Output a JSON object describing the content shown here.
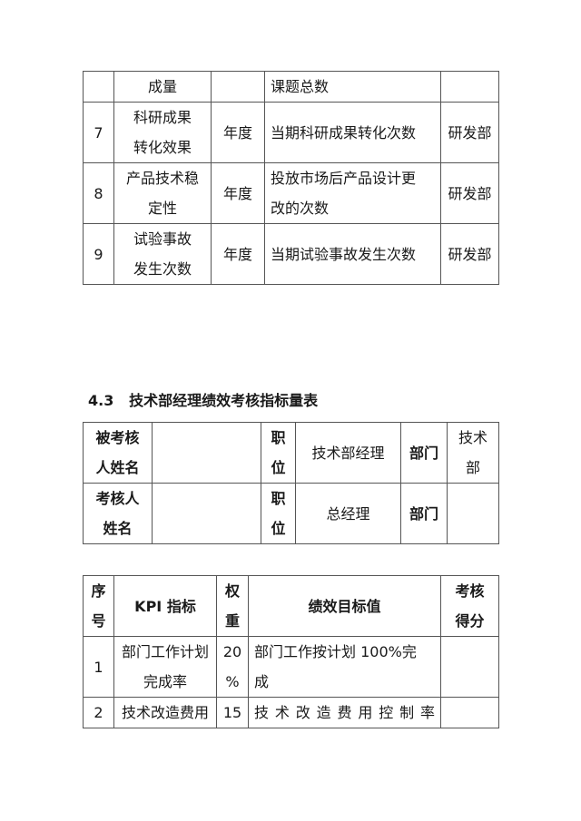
{
  "kpi_table_top": {
    "rows": [
      {
        "no": "",
        "name_lines": [
          "成量"
        ],
        "period": "",
        "formula_lines": [
          "课题总数"
        ],
        "dept": ""
      },
      {
        "no": "7",
        "name_lines": [
          "科研成果",
          "转化效果"
        ],
        "period": "年度",
        "formula_lines": [
          "当期科研成果转化次数"
        ],
        "dept": "研发部"
      },
      {
        "no": "8",
        "name_lines": [
          "产品技术稳",
          "定性"
        ],
        "period": "年度",
        "formula_lines": [
          "投放市场后产品设计更",
          "改的次数"
        ],
        "dept": "研发部"
      },
      {
        "no": "9",
        "name_lines": [
          "试验事故",
          "发生次数"
        ],
        "period": "年度",
        "formula_lines": [
          "当期试验事故发生次数"
        ],
        "dept": "研发部"
      }
    ]
  },
  "section": {
    "number": "4.3",
    "title": "技术部经理绩效考核指标量表"
  },
  "info_table": {
    "row1": {
      "label_lines": [
        "被考核",
        "人姓名"
      ],
      "value": "",
      "pos_label_lines": [
        "职",
        "位"
      ],
      "pos_value": "技术部经理",
      "dept_label": "部门",
      "dept_value_lines": [
        "技术",
        "部"
      ]
    },
    "row2": {
      "label_lines": [
        "考核人",
        "姓名"
      ],
      "value": "",
      "pos_label_lines": [
        "职",
        "位"
      ],
      "pos_value": "总经理",
      "dept_label": "部门",
      "dept_value_lines": [
        ""
      ]
    }
  },
  "score_table": {
    "headers": {
      "no_lines": [
        "序",
        "号"
      ],
      "kpi": "KPI 指标",
      "weight_lines": [
        "权",
        "重"
      ],
      "target": "绩效目标值",
      "score_lines": [
        "考核",
        "得分"
      ]
    },
    "rows": [
      {
        "no": "1",
        "kpi_lines": [
          "部门工作计划",
          "完成率"
        ],
        "weight_lines": [
          "20",
          "%"
        ],
        "target_lines": [
          "部门工作按计划 100%完",
          "成"
        ],
        "score": ""
      },
      {
        "no": "2",
        "kpi_lines": [
          "技术改造费用"
        ],
        "weight_lines": [
          "15"
        ],
        "target_lines": [
          "技术改造费用控制率"
        ],
        "score": ""
      }
    ]
  }
}
